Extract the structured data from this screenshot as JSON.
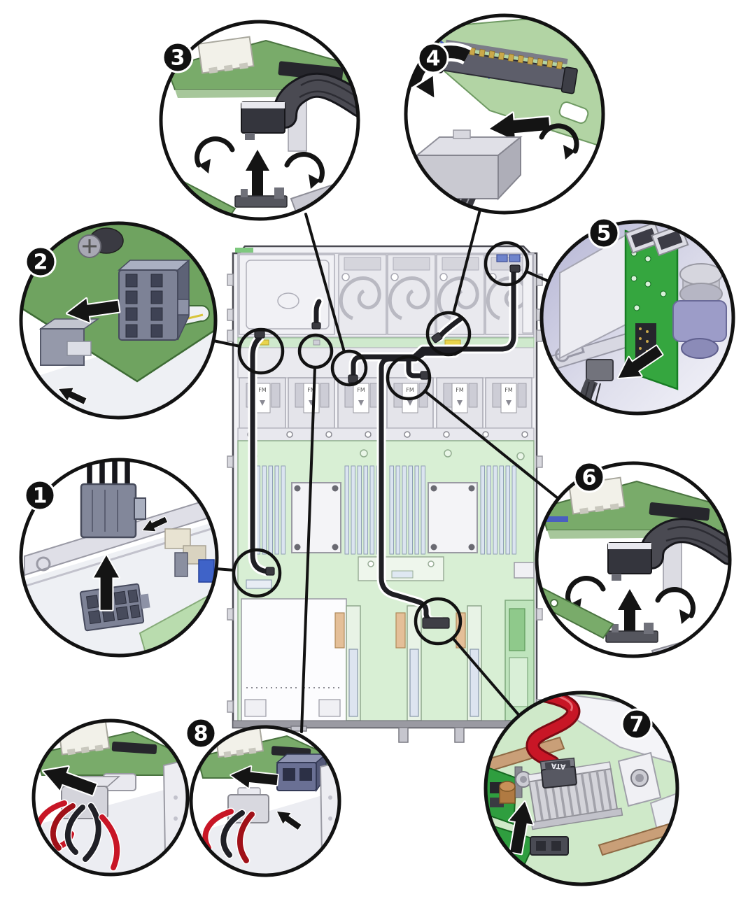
{
  "figure": {
    "kind": "hardware-service-diagram",
    "subject": "Server chassis top view with numbered cable-connection callouts",
    "callout_count": 8
  },
  "callouts": [
    {
      "number": "1",
      "depicts": "power cable plug lifted up out of motherboard socket"
    },
    {
      "number": "2",
      "depicts": "power cable released from power distribution board connector"
    },
    {
      "number": "3",
      "depicts": "ribbon cable connector raised from board latch"
    },
    {
      "number": "4",
      "depicts": "front panel connector released with eject levers"
    },
    {
      "number": "5",
      "depicts": "cable unplugged from USB board assembly"
    },
    {
      "number": "6",
      "depicts": "ribbon cable connector raised from board latch"
    },
    {
      "number": "7",
      "depicts": "red cable with labeled connector lifted beside heatsink",
      "connector_label": "ATA"
    },
    {
      "number": "8",
      "depicts": "power cables with red and black wires unplugged, two views"
    }
  ],
  "chassis": {
    "fan_module_label": "FM"
  },
  "colors": {
    "outline": "#121212",
    "pcb_green": "#79ab6a",
    "pcb_pale_green": "#b2d4a4",
    "motherboard_green": "#d8efd4",
    "bright_green": "#35a63f",
    "cable_black": "#1f1f24",
    "cable_red": "#c81626",
    "metal_gray": "#ececf1",
    "lavender": "#b4b4d4",
    "tan": "#c99f78",
    "badge_fill": "#111111",
    "badge_text": "#ffffff"
  }
}
